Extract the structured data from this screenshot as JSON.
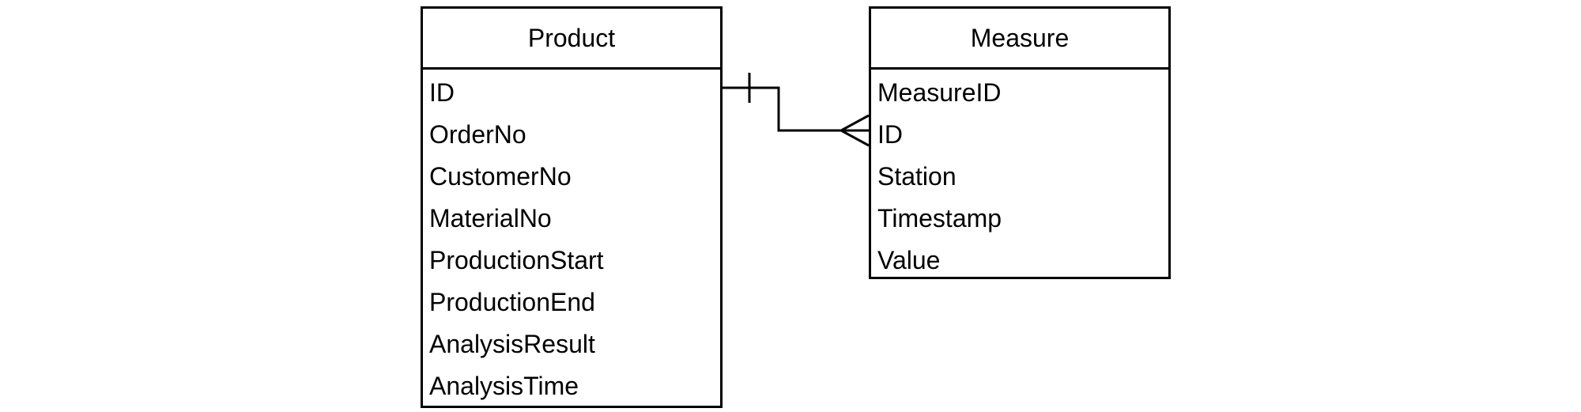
{
  "entities": {
    "product": {
      "title": "Product",
      "fields": [
        "ID",
        "OrderNo",
        "CustomerNo",
        "MaterialNo",
        "ProductionStart",
        "ProductionEnd",
        "AnalysisResult",
        "AnalysisTime"
      ]
    },
    "measure": {
      "title": "Measure",
      "fields": [
        "MeasureID",
        "ID",
        "Station",
        "Timestamp",
        "Value"
      ]
    }
  },
  "relationship": {
    "from": "Product.ID",
    "to": "Measure.ID",
    "from_cardinality": "one",
    "to_cardinality": "many"
  },
  "colors": {
    "stroke": "#000000",
    "background": "#ffffff"
  }
}
